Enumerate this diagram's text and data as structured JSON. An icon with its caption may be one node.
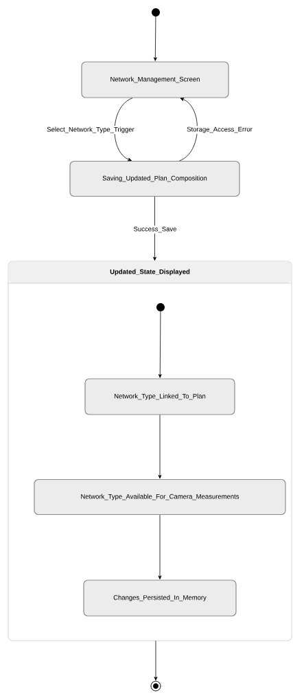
{
  "diagram": {
    "nodes": [
      {
        "text": [],
        "shape": "circle"
      },
      {
        "text": [
          "Network_Management_Screen"
        ]
      },
      {
        "text": [
          "Saving_Updated_Plan_Composition"
        ]
      },
      {
        "text": [
          "Updated_State_Displayed"
        ]
      },
      {
        "text": [],
        "shape": "circle",
        "in": 3
      },
      {
        "text": [
          "Network_Type_Linked_To_Plan"
        ],
        "in": 3
      },
      {
        "text": [
          "Network_Type_Available_For_Camera_Measurements"
        ],
        "in": 3
      },
      {
        "text": [
          "Changes_Persisted_In_Memory"
        ],
        "in": 3
      },
      {
        "text": [],
        "shape": "bullseye"
      }
    ],
    "edges": [
      {
        "from": 0,
        "to": 1,
        "arrow": "to"
      },
      {
        "from": 1,
        "to": 2,
        "arrow": "to",
        "label": "Select_Network_Type_Trigger"
      },
      {
        "from": 2,
        "to": 1,
        "arrow": "to",
        "label": "Storage_Access_Error"
      },
      {
        "from": 2,
        "to": 3,
        "arrow": "to",
        "label": "Success_Save"
      },
      {
        "from": 4,
        "to": 5,
        "arrow": "to"
      },
      {
        "from": 5,
        "to": 6,
        "arrow": "to"
      },
      {
        "from": 6,
        "to": 7,
        "arrow": "to"
      },
      {
        "from": 3,
        "to": 8,
        "arrow": "to"
      }
    ]
  }
}
